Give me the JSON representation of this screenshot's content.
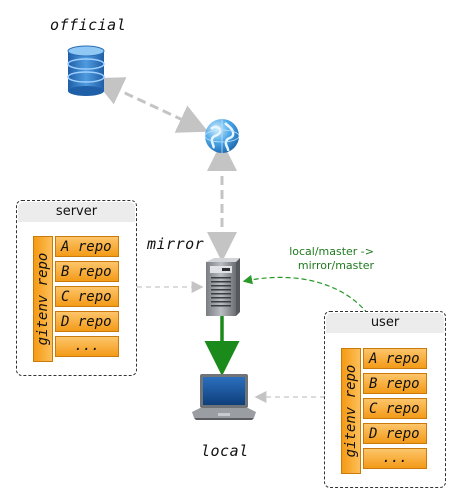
{
  "labels": {
    "official": "official",
    "mirror": "mirror",
    "local": "local",
    "sync_note_line1": "local/master ->",
    "sync_note_line2": "mirror/master"
  },
  "server_panel": {
    "title": "server",
    "side_label": "gitenv repo",
    "repos": [
      "A repo",
      "B repo",
      "C repo",
      "D repo",
      "..."
    ]
  },
  "user_panel": {
    "title": "user",
    "side_label": "gitenv repo",
    "repos": [
      "A repo",
      "B repo",
      "C repo",
      "D repo",
      "..."
    ]
  },
  "icons": {
    "official": "database-icon",
    "internet": "globe-icon",
    "mirror": "server-tower-icon",
    "local": "laptop-icon"
  },
  "colors": {
    "repo_orange": "#f39a18",
    "push_arrow": "#1a8a1a",
    "sync_arrow": "#2a9a2a",
    "connector": "#bfbfbf"
  }
}
